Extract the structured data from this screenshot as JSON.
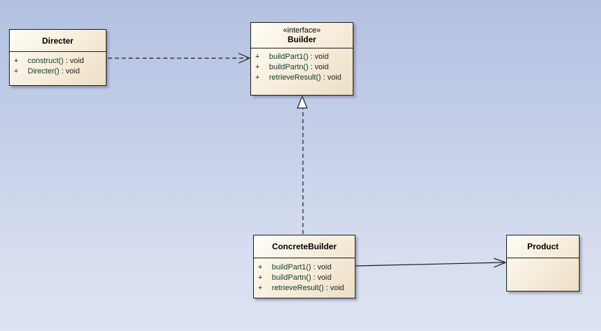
{
  "diagram": {
    "classes": {
      "directer": {
        "name": "Directer",
        "operations": [
          {
            "visibility": "+",
            "name": "construct()",
            "type": " : void"
          },
          {
            "visibility": "+",
            "name": "Directer()",
            "type": " : void"
          }
        ]
      },
      "builder": {
        "stereotype": "«interface»",
        "name": "Builder",
        "operations": [
          {
            "visibility": "+",
            "name": "buildPart1()",
            "type": " : void"
          },
          {
            "visibility": "+",
            "name": "buildPartn()",
            "type": " : void"
          },
          {
            "visibility": "+",
            "name": "retrieveResult()",
            "type": " : void"
          }
        ]
      },
      "concrete_builder": {
        "name": "ConcreteBuilder",
        "operations": [
          {
            "visibility": "+",
            "name": "buildPart1()",
            "type": " : void"
          },
          {
            "visibility": "+",
            "name": "buildPartn()",
            "type": " : void"
          },
          {
            "visibility": "+",
            "name": "retrieveResult()",
            "type": " : void"
          }
        ]
      },
      "product": {
        "name": "Product",
        "operations": []
      }
    },
    "relationships": [
      {
        "from": "Directer",
        "to": "Builder",
        "kind": "dependency"
      },
      {
        "from": "ConcreteBuilder",
        "to": "Builder",
        "kind": "realization"
      },
      {
        "from": "ConcreteBuilder",
        "to": "Product",
        "kind": "association"
      }
    ],
    "colors": {
      "class_fill": "#f7efde",
      "border": "#1a1a1a",
      "operation_text": "#0d3a2c",
      "background": "#c4cee8"
    }
  }
}
